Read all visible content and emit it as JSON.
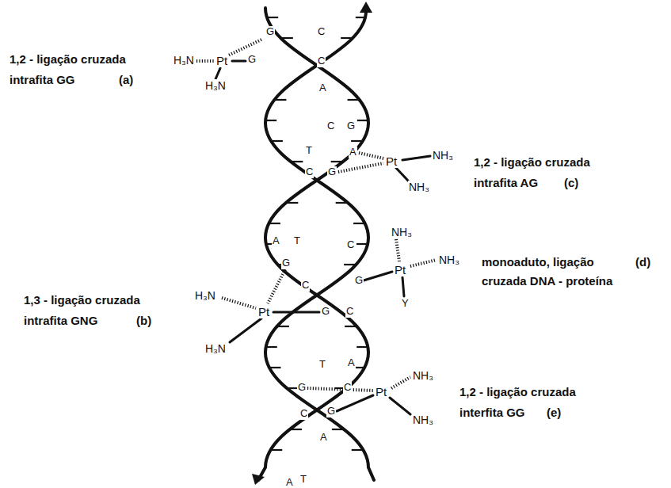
{
  "diagram": {
    "labels": [
      "G",
      "C",
      "1,2 - ligação cruzada",
      "intrafita GG",
      "(a)",
      "H₃N",
      "Pt",
      "G",
      "C",
      "H₃N",
      "A",
      "C",
      "G",
      "T",
      "A",
      "Pt",
      "NH₃",
      "1,2 - ligação cruzada",
      "C",
      "G",
      "NH₃",
      "intrafita AG",
      "(c)",
      "NH₃",
      "A",
      "T",
      "C",
      "monoaduto, ligação",
      "(d)",
      "NH₃",
      "G",
      "Pt",
      "cruzada DNA - proteína",
      "G",
      "C",
      "1,3 - ligação cruzada",
      "H₃N",
      "Pt",
      "G",
      "C",
      "Y",
      "intrafita GNG",
      "(b)",
      "H₃N",
      "T",
      "A",
      "NH₃",
      "1,2 - ligação cruzada",
      "G",
      "C",
      "Pt",
      "G",
      "interfita GG",
      "(e)",
      "C",
      "NH₃",
      "A",
      "A",
      "T"
    ]
  }
}
